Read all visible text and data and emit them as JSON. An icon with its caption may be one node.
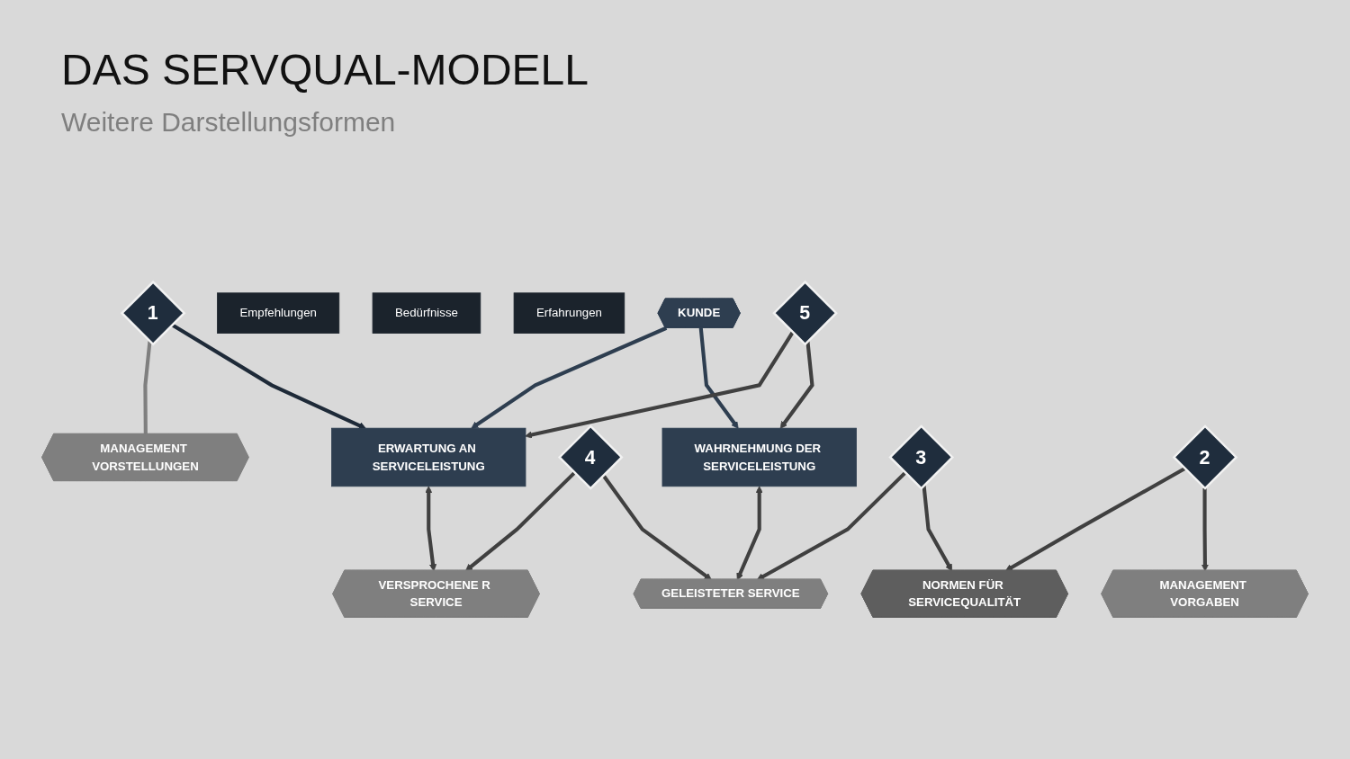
{
  "diagram": {
    "title": "DAS SERVQUAL-MODELL",
    "nodes": [
      {
        "text": [
          "1"
        ]
      },
      {
        "text": [
          "Empfehlungen"
        ]
      },
      {
        "text": [
          "Bedürfnisse"
        ]
      },
      {
        "text": [
          "Erfahrungen"
        ]
      },
      {
        "text": [
          "ERWARTUNG AN SERVICELEISTUNG"
        ]
      },
      {
        "text": [
          "VERSPROCHENE R SERVICE"
        ]
      },
      {
        "text": [
          "MANAGEMENT VORSTELLUNGEN"
        ]
      },
      {
        "text": [
          "KUNDE"
        ]
      },
      {
        "text": [
          "5"
        ]
      },
      {
        "text": [
          "4"
        ]
      },
      {
        "text": [
          "MANAGEMENT VORGABEN"
        ]
      },
      {
        "text": [
          "WAHRNEHMUNG DER SERVICELEISTUNG"
        ]
      },
      {
        "text": [
          "GELEISTETER SERVICE"
        ]
      },
      {
        "text": [
          "3"
        ]
      },
      {
        "text": [
          "NORMEN FÜR SERVICEQUALITÄT"
        ]
      },
      {
        "text": [
          "2"
        ]
      }
    ],
    "edges": [
      {
        "from": 7,
        "to": 4,
        "arrow": "to",
        "color": "#2e3e50"
      },
      {
        "from": 7,
        "to": 11,
        "arrow": "to",
        "color": "#2e3e50"
      },
      {
        "from": 0,
        "to": 6,
        "arrow": "none",
        "color": "#7f7f7f"
      },
      {
        "from": 0,
        "to": 4,
        "arrow": "to",
        "color": "#1e2a38"
      },
      {
        "from": 4,
        "to": 5,
        "arrow": "both"
      },
      {
        "from": 11,
        "to": 12,
        "arrow": "both"
      },
      {
        "from": 8,
        "to": 4,
        "arrow": "to"
      },
      {
        "from": 8,
        "to": 11,
        "arrow": "to"
      },
      {
        "from": 9,
        "to": 5,
        "arrow": "to"
      },
      {
        "from": 9,
        "to": 12,
        "arrow": "to"
      },
      {
        "from": 13,
        "to": 12,
        "arrow": "to"
      },
      {
        "from": 13,
        "to": 14,
        "arrow": "to"
      },
      {
        "from": 15,
        "to": 14,
        "arrow": "to"
      },
      {
        "from": 15,
        "to": 10,
        "arrow": "to"
      }
    ],
    "labels": [
      "Weitere Darstellungsformen"
    ]
  }
}
